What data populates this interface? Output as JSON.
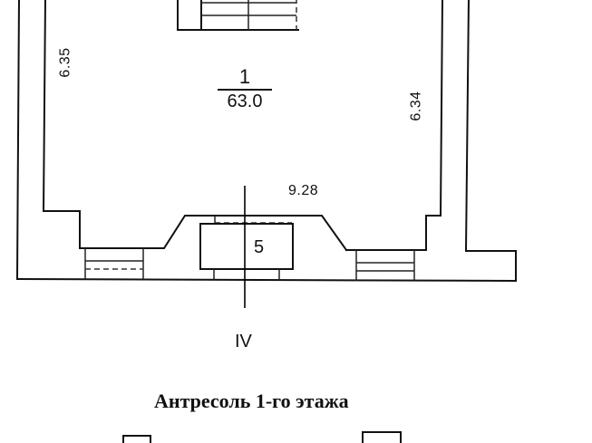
{
  "plan": {
    "title": "Антресоль 1-го этажа",
    "rooms": [
      {
        "number": "1",
        "area": "63.0"
      },
      {
        "number": "5"
      }
    ],
    "dimensions": {
      "left_wall": "6.35",
      "right_wall": "6.34",
      "width": "9.28"
    },
    "axis_label": "IV",
    "colors": {
      "line": "#111111",
      "background": "#ffffff"
    }
  }
}
